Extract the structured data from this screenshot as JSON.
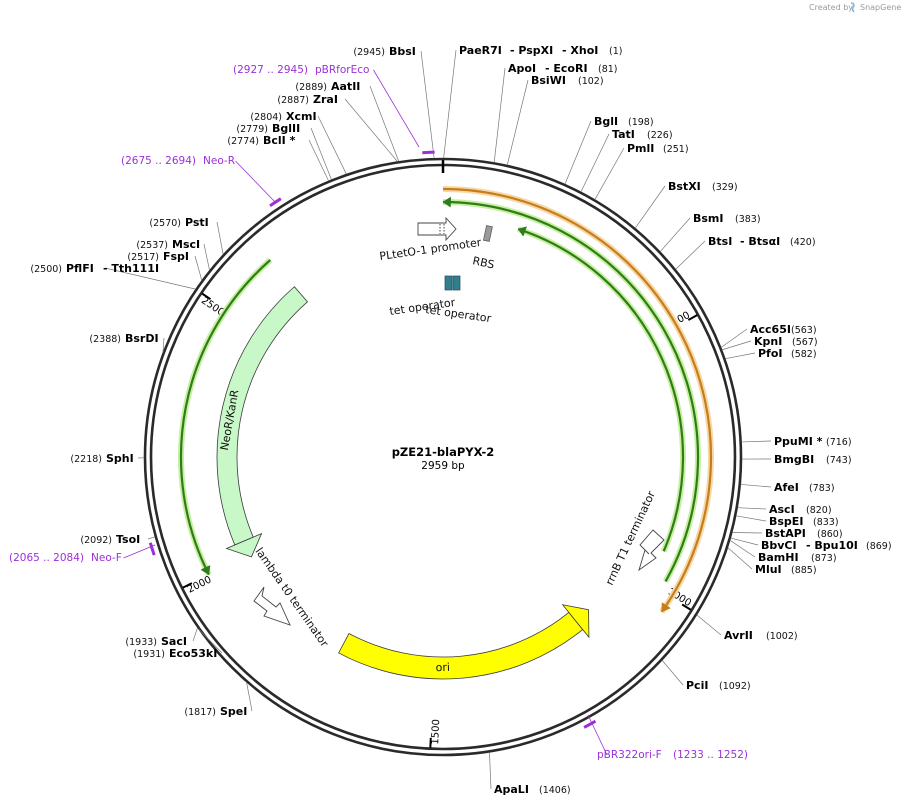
{
  "credit": {
    "created_by": "Created by",
    "brand": "SnapGene"
  },
  "plasmid": {
    "name": "pZE21-blaPYX-2",
    "size_label": "2959 bp",
    "length": 2959
  },
  "colors": {
    "backbone": "#2a2a2a",
    "primer": "#9b30d9",
    "neo": "#c8f7c8",
    "ori": "#ffff00",
    "cds_green": "#2e7d1a",
    "cds_orange": "#c87d1a",
    "operator": "#2f7f8f",
    "rbs": "#999999"
  },
  "ticks": [
    {
      "pos": 500,
      "label": "500"
    },
    {
      "pos": 1000,
      "label": "1000"
    },
    {
      "pos": 1500,
      "label": "1500"
    },
    {
      "pos": 2000,
      "label": "2000"
    },
    {
      "pos": 2500,
      "label": "2500"
    }
  ],
  "sites": [
    {
      "id": "bbsi",
      "name": "BbsI",
      "pos": "(2945)",
      "bp": 2945
    },
    {
      "id": "paer7i",
      "name": "PaeR7I",
      "extra": [
        "- PspXI",
        "- XhoI"
      ],
      "pos": "(1)",
      "bp": 1
    },
    {
      "id": "apoi",
      "name": "ApoI",
      "extra": [
        "- EcoRI"
      ],
      "pos": "(81)",
      "bp": 81
    },
    {
      "id": "bsiwi",
      "name": "BsiWI",
      "pos": "(102)",
      "bp": 102
    },
    {
      "id": "bgli",
      "name": "BglI",
      "pos": "(198)",
      "bp": 198
    },
    {
      "id": "tati",
      "name": "TatI",
      "pos": "(226)",
      "bp": 226
    },
    {
      "id": "pmli",
      "name": "PmlI",
      "pos": "(251)",
      "bp": 251
    },
    {
      "id": "bstxi",
      "name": "BstXI",
      "pos": "(329)",
      "bp": 329
    },
    {
      "id": "bsmi",
      "name": "BsmI",
      "pos": "(383)",
      "bp": 383
    },
    {
      "id": "btsi",
      "name": "BtsI",
      "extra": [
        "- BtsαI"
      ],
      "pos": "(420)",
      "bp": 420
    },
    {
      "id": "acc65i",
      "name": "Acc65I",
      "pos": "(563)",
      "bp": 563
    },
    {
      "id": "kpni",
      "name": "KpnI",
      "pos": "(567)",
      "bp": 567
    },
    {
      "id": "pfoi",
      "name": "PfoI",
      "pos": "(582)",
      "bp": 582
    },
    {
      "id": "ppumi",
      "name": "PpuMI *",
      "pos": "(716)",
      "bp": 716
    },
    {
      "id": "bmgbi",
      "name": "BmgBI",
      "pos": "(743)",
      "bp": 743
    },
    {
      "id": "afei",
      "name": "AfeI",
      "pos": "(783)",
      "bp": 783
    },
    {
      "id": "asci",
      "name": "AscI",
      "pos": "(820)",
      "bp": 820
    },
    {
      "id": "bspei",
      "name": "BspEI",
      "pos": "(833)",
      "bp": 833
    },
    {
      "id": "bstapi",
      "name": "BstAPI",
      "pos": "(860)",
      "bp": 860
    },
    {
      "id": "bbvci",
      "name": "BbvCI",
      "extra": [
        "- Bpu10I"
      ],
      "pos": "(869)",
      "bp": 869
    },
    {
      "id": "bamhi",
      "name": "BamHI",
      "pos": "(873)",
      "bp": 873
    },
    {
      "id": "mlui",
      "name": "MluI",
      "pos": "(885)",
      "bp": 885
    },
    {
      "id": "avrii",
      "name": "AvrII",
      "pos": "(1002)",
      "bp": 1002
    },
    {
      "id": "pcii",
      "name": "PciI",
      "pos": "(1092)",
      "bp": 1092
    },
    {
      "id": "apali",
      "name": "ApaLI",
      "pos": "(1406)",
      "bp": 1406
    },
    {
      "id": "spei",
      "name": "SpeI",
      "pos": "(1817)",
      "bp": 1817
    },
    {
      "id": "saci",
      "name": "SacI",
      "pos": "(1933)",
      "bp": 1933
    },
    {
      "id": "eco53ki",
      "name": "Eco53kI",
      "pos": "(1931)",
      "bp": 1931
    },
    {
      "id": "tsoi",
      "name": "TsoI",
      "pos": "(2092)",
      "bp": 2092
    },
    {
      "id": "sphi",
      "name": "SphI",
      "pos": "(2218)",
      "bp": 2218
    },
    {
      "id": "bsrdi",
      "name": "BsrDI",
      "pos": "(2388)",
      "bp": 2388
    },
    {
      "id": "pflfi",
      "name": "PflFI",
      "extra": [
        "- Tth111I"
      ],
      "pos": "(2500)",
      "bp": 2500
    },
    {
      "id": "fspi",
      "name": "FspI",
      "pos": "(2517)",
      "bp": 2517
    },
    {
      "id": "msci",
      "name": "MscI",
      "pos": "(2537)",
      "bp": 2537
    },
    {
      "id": "psti",
      "name": "PstI",
      "pos": "(2570)",
      "bp": 2570
    },
    {
      "id": "bcli",
      "name": "BclI *",
      "pos": "(2774)",
      "bp": 2774
    },
    {
      "id": "bglii",
      "name": "BglII",
      "pos": "(2779)",
      "bp": 2779
    },
    {
      "id": "xcmi",
      "name": "XcmI",
      "pos": "(2804)",
      "bp": 2804
    },
    {
      "id": "zrai",
      "name": "ZraI",
      "pos": "(2887)",
      "bp": 2887
    },
    {
      "id": "aatii",
      "name": "AatII",
      "pos": "(2889)",
      "bp": 2889
    }
  ],
  "primers": [
    {
      "id": "pbrforeco",
      "name": "pBRforEco",
      "range": "(2927 .. 2945)",
      "start": 2927,
      "end": 2945
    },
    {
      "id": "neo-r",
      "name": "Neo-R",
      "range": "(2675 .. 2694)",
      "start": 2675,
      "end": 2694
    },
    {
      "id": "neo-f",
      "name": "Neo-F",
      "range": "(2065 .. 2084)",
      "start": 2065,
      "end": 2084
    },
    {
      "id": "pbr322ori-f",
      "name": "pBR322ori-F",
      "range": "(1233 .. 1252)",
      "start": 1233,
      "end": 1252
    }
  ],
  "features": {
    "neo": {
      "label": "NeoR/KanR",
      "start": 2621,
      "end": 1993,
      "direction": "reverse"
    },
    "ori": {
      "label": "ori",
      "start": 1710,
      "end": 1121,
      "direction": "reverse"
    },
    "promoter": {
      "label": "PLtetO-1 promoter"
    },
    "rbs": {
      "label": "RBS"
    },
    "operator1": {
      "label": "tet operator"
    },
    "operator2": {
      "label": "tet operator"
    },
    "rrnb": {
      "label": "rrnB T1 terminator"
    },
    "lambda": {
      "label": "lambda t0 terminator"
    }
  }
}
